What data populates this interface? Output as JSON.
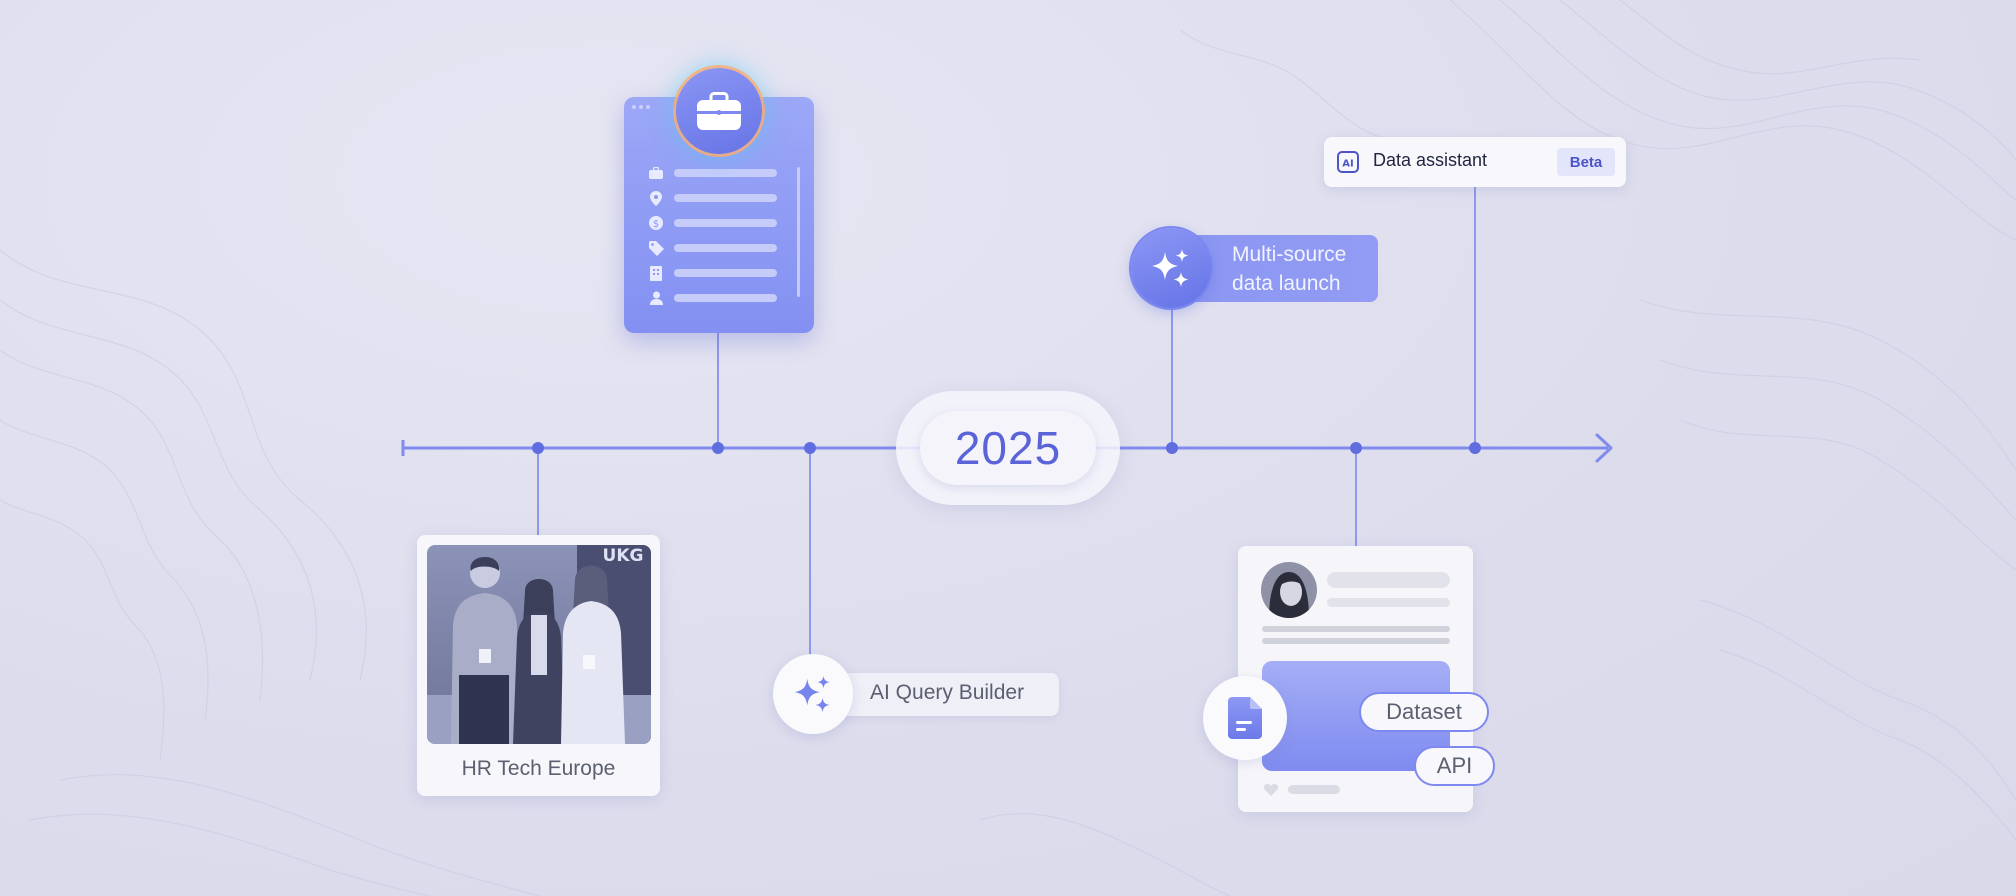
{
  "year": "2025",
  "milestones": {
    "multi_source": {
      "line1": "Multi-source",
      "line2": "data launch"
    },
    "data_assistant": {
      "badge": "AI",
      "label": "Data assistant",
      "tag": "Beta"
    },
    "hr_tech": {
      "caption": "HR Tech Europe",
      "photo_sign": "UKG"
    },
    "ai_query": {
      "label": "AI Query Builder"
    },
    "dataset_card": {
      "chip1": "Dataset",
      "chip2": "API"
    }
  },
  "job_card": {
    "rows": [
      "briefcase-icon",
      "location-pin-icon",
      "dollar-icon",
      "tag-icon",
      "building-icon",
      "person-icon"
    ]
  },
  "colors": {
    "accent": "#5f6ddf",
    "line": "#8d98ee",
    "year_text": "#5a64d8",
    "card_gradient_top": "#9ca8f6",
    "card_gradient_bottom": "#8390f2"
  }
}
